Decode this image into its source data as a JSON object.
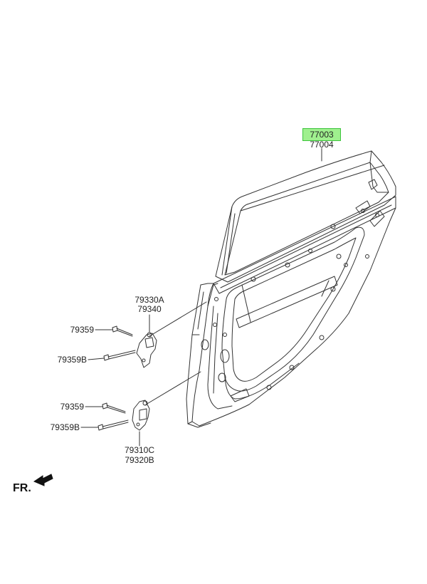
{
  "parts": {
    "p77003": "77003",
    "p77004": "77004",
    "p79330A": "79330A",
    "p79340": "79340",
    "p79359_upper": "79359",
    "p79359B_upper": "79359B",
    "p79359_lower": "79359",
    "p79359B_lower": "79359B",
    "p79310C": "79310C",
    "p79320B": "79320B"
  },
  "direction": {
    "label": "FR."
  },
  "colors": {
    "highlight_fill": "#9ff08e",
    "highlight_border": "#3cc43c",
    "line": "#333333"
  }
}
